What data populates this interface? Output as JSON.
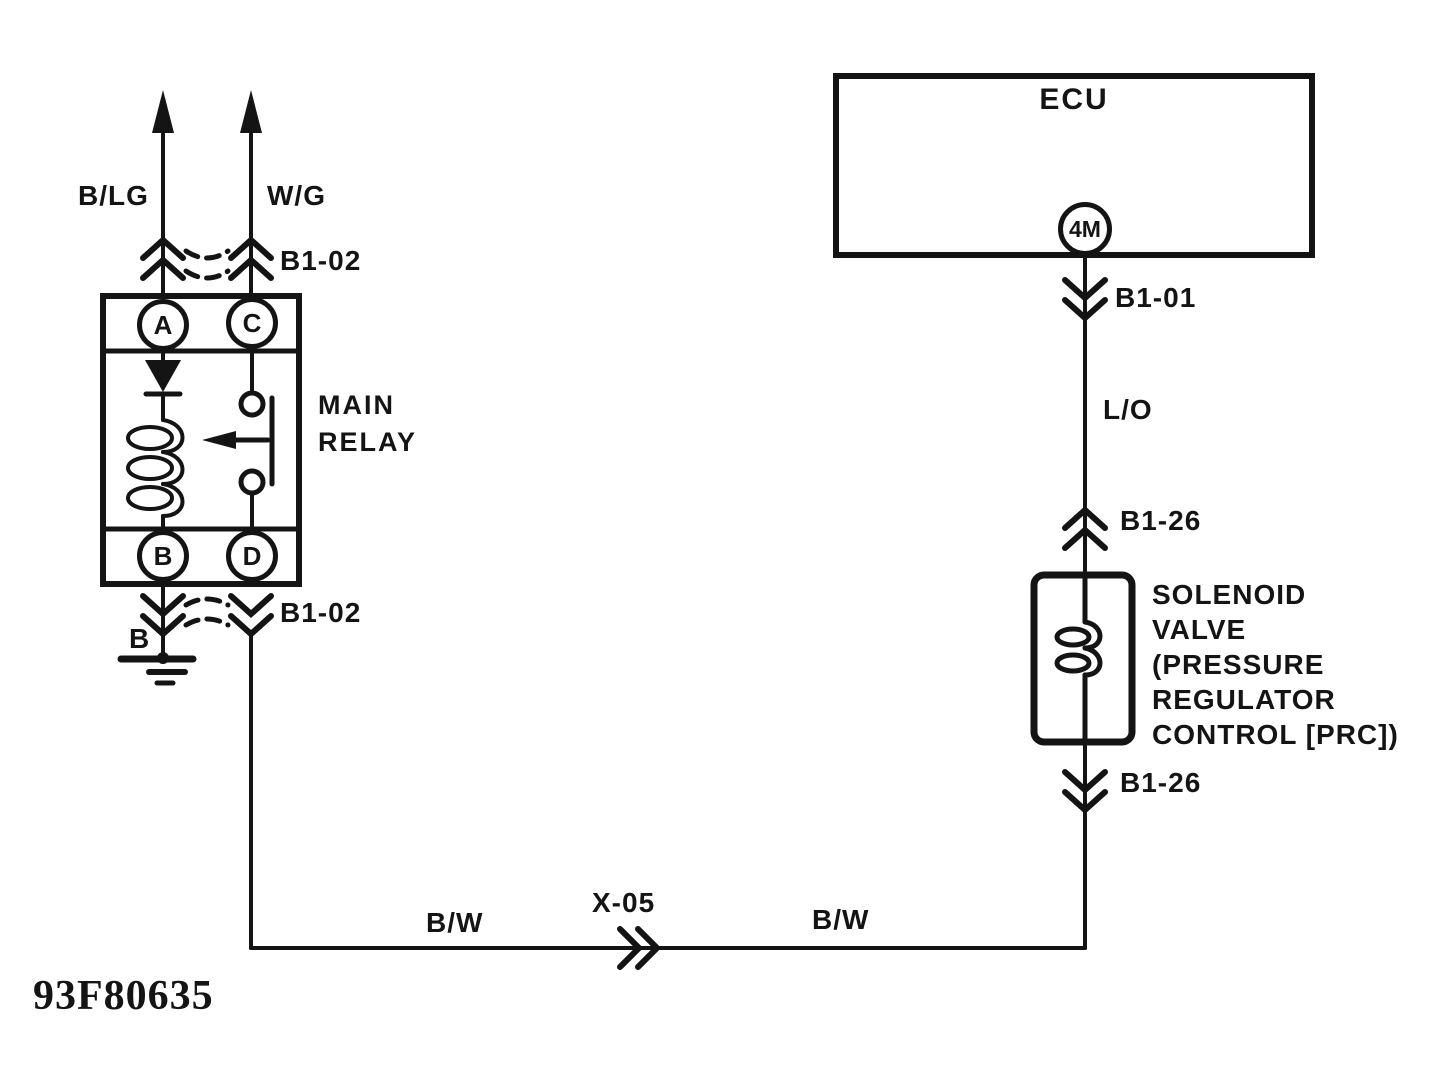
{
  "figure": {
    "id": "93F80635"
  },
  "ecu": {
    "title": "ECU",
    "pin": "4M",
    "connector": "B1-01"
  },
  "relay": {
    "name_line1": "MAIN",
    "name_line2": "RELAY",
    "terminals": {
      "a": "A",
      "b": "B",
      "c": "C",
      "d": "D"
    },
    "connector_top": "B1-02",
    "connector_bottom": "B1-02"
  },
  "solenoid": {
    "label_lines": [
      "SOLENOID",
      "VALVE",
      "(PRESSURE",
      "REGULATOR",
      "CONTROL [PRC])"
    ],
    "connector_top": "B1-26",
    "connector_bottom": "B1-26"
  },
  "wires": {
    "b_lg": "B/LG",
    "w_g": "W/G",
    "l_o": "L/O",
    "b_w_left": "B/W",
    "b_w_right": "B/W"
  },
  "inline_connector": {
    "id": "X-05"
  },
  "ground": {
    "label": "B"
  },
  "colors": {
    "ink": "#141414",
    "background": "#ffffff"
  }
}
